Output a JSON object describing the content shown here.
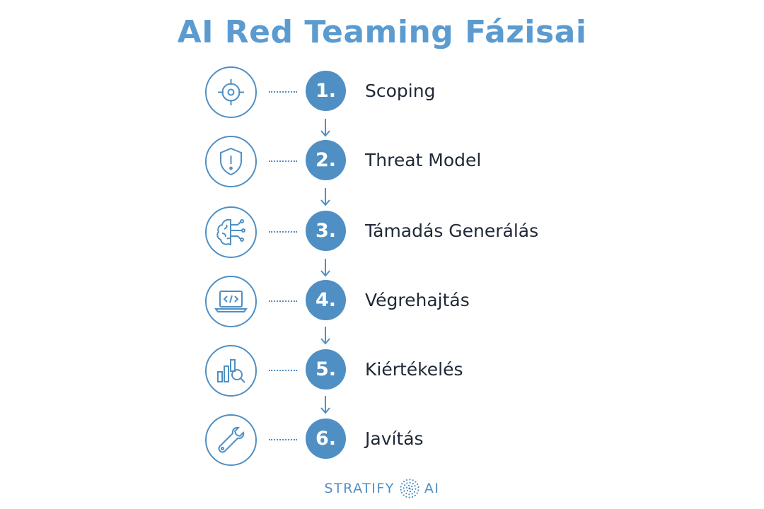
{
  "title": "AI Red Teaming Fázisai",
  "colors": {
    "accent": "#4f8fc4",
    "title": "#5b9bd0",
    "text": "#1f2937"
  },
  "steps": [
    {
      "number": "1.",
      "label": "Scoping",
      "icon": "target-icon"
    },
    {
      "number": "2.",
      "label": "Threat Model",
      "icon": "shield-alert-icon"
    },
    {
      "number": "3.",
      "label": "Támadás Generálás",
      "icon": "ai-brain-icon"
    },
    {
      "number": "4.",
      "label": "Végrehajtás",
      "icon": "laptop-code-icon"
    },
    {
      "number": "5.",
      "label": "Kiértékelés",
      "icon": "chart-magnifier-icon"
    },
    {
      "number": "6.",
      "label": "Javítás",
      "icon": "wrench-icon"
    }
  ],
  "brand": {
    "left": "STRATIFY",
    "right": "AI",
    "icon": "starburst-icon"
  }
}
